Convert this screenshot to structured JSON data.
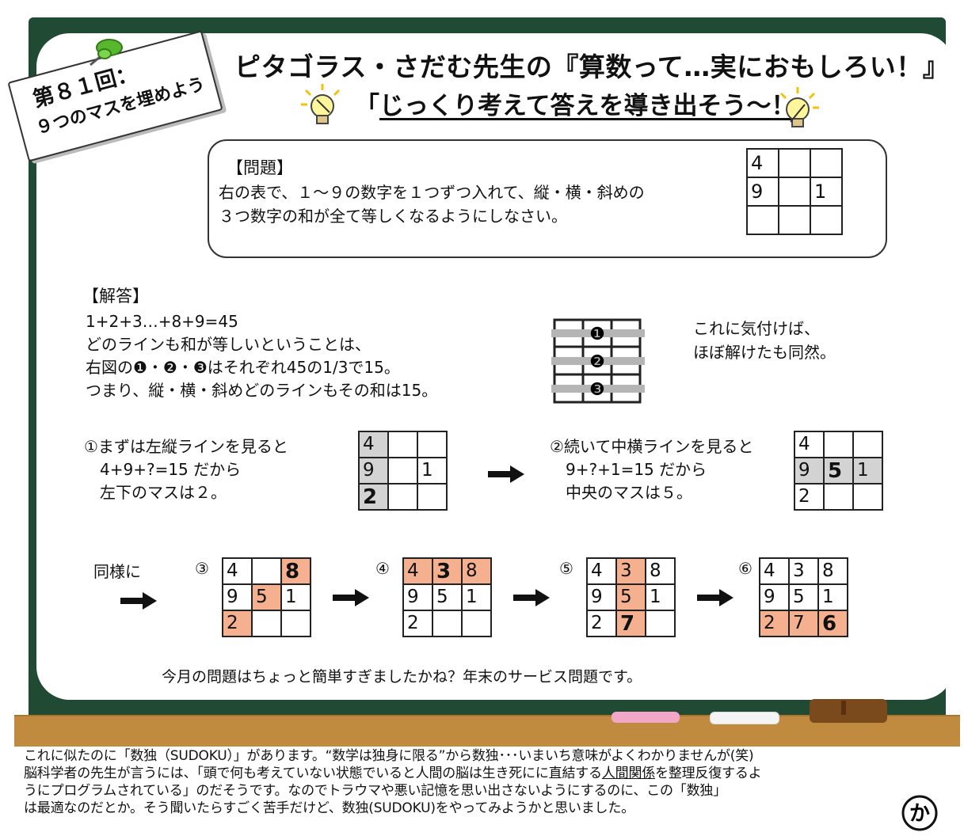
{
  "badge": {
    "line1": "第８１回：",
    "line2": "９つのマスを埋めよう"
  },
  "title": "ピタゴラス・さだむ先生の『算数って…実におもしろい！』",
  "subtitle": {
    "open": "「",
    "text": "じっくり考えて答えを導き出そう～！",
    "close": "」"
  },
  "problem": {
    "label": "【問題】",
    "lines": [
      "右の表で、１～９の数字を１つずつ入れて、縦・横・斜めの",
      "３つ数字の和が全て等しくなるようにしなさい。"
    ],
    "grid": [
      [
        "4",
        "",
        ""
      ],
      [
        "9",
        "",
        "1"
      ],
      [
        "",
        "",
        ""
      ]
    ]
  },
  "answer": {
    "label": "【解答】",
    "lines": [
      "1+2+3…+8+9=45",
      "どのラインも和が等しいということは、",
      "右図の❶・❷・❸はそれぞれ45の1/3で15。",
      "つまり、縦・横・斜めどのラインもその和は15。"
    ],
    "markers": [
      "❶",
      "❷",
      "❸"
    ],
    "note": [
      "これに気付けば、",
      "ほぼ解けたも同然。"
    ]
  },
  "step1": {
    "lines": [
      "①まずは左縦ラインを見ると",
      "　4+9+?=15 だから",
      "　左下のマスは２。"
    ],
    "grid": [
      [
        "4",
        "",
        ""
      ],
      [
        "9",
        "",
        "1"
      ],
      [
        "2",
        "",
        ""
      ]
    ]
  },
  "step2": {
    "lines": [
      "②続いて中横ラインを見ると",
      "　9+?+1=15 だから",
      "　中央のマスは５。"
    ],
    "grid": [
      [
        "4",
        "",
        ""
      ],
      [
        "9",
        "5",
        "1"
      ],
      [
        "2",
        "",
        ""
      ]
    ]
  },
  "similarly": "同様に",
  "step3": {
    "label": "③",
    "grid": [
      [
        "4",
        "",
        "8"
      ],
      [
        "9",
        "5",
        "1"
      ],
      [
        "2",
        "",
        ""
      ]
    ]
  },
  "step4": {
    "label": "④",
    "grid": [
      [
        "4",
        "3",
        "8"
      ],
      [
        "9",
        "5",
        "1"
      ],
      [
        "2",
        "",
        ""
      ]
    ]
  },
  "step5": {
    "label": "⑤",
    "grid": [
      [
        "4",
        "3",
        "8"
      ],
      [
        "9",
        "5",
        "1"
      ],
      [
        "2",
        "7",
        ""
      ]
    ]
  },
  "step6": {
    "label": "⑥",
    "grid": [
      [
        "4",
        "3",
        "8"
      ],
      [
        "9",
        "5",
        "1"
      ],
      [
        "2",
        "7",
        "6"
      ]
    ]
  },
  "closing": "今月の問題はちょっと簡単すぎましたかね？年末のサービス問題です。",
  "footer": {
    "line1": "これに似たのに「数独（SUDOKU）」があります。“数学は独身に限る”から数独･･･いまいち意味がよくわかりませんが(笑)",
    "line2_a": "脳科学者の先生が言うには、「頭で何も考えていない状態でいると人間の脳は生き死にに直結する",
    "line2_u": "人間関係",
    "line2_b": "を整理反復するよ",
    "line3": "うにプログラムされている」のだそうです。なのでトラウマや悪い記憶を思い出さないようにするのに、この「数独」",
    "line4": "は最適なのだとか。そう聞いたらすごく苦手だけど、数独(SUDOKU)をやってみようかと思いました。"
  },
  "logo": "か",
  "colors": {
    "board": "#214a34",
    "tray": "#c08a3f",
    "highlight_gray": "#d3d3d3",
    "highlight_orange": "#f4b08f"
  }
}
